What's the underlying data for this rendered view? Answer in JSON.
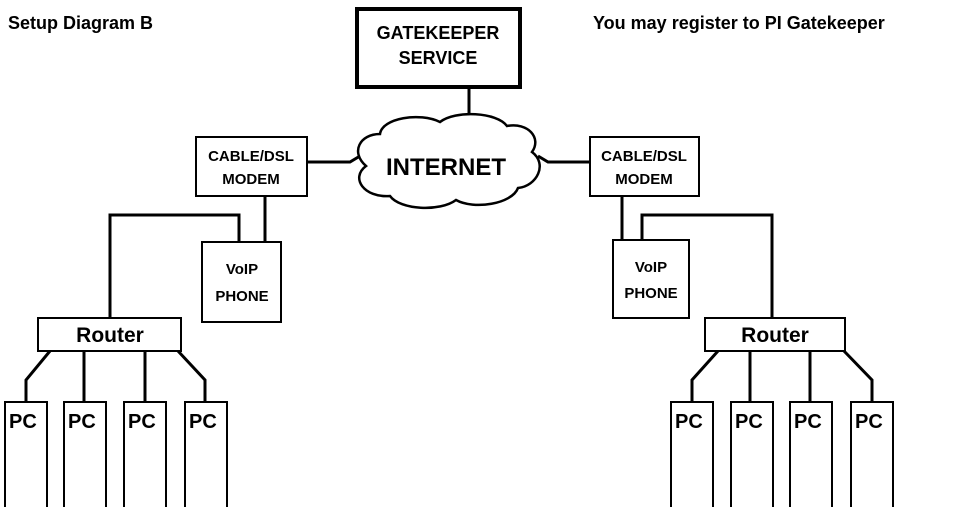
{
  "header": {
    "title": "Setup Diagram B",
    "note": "You may register to PI Gatekeeper"
  },
  "gatekeeper": {
    "line1": "GATEKEEPER",
    "line2": "SERVICE"
  },
  "internet": {
    "label": "INTERNET"
  },
  "left_site": {
    "modem": {
      "line1": "CABLE/DSL",
      "line2": "MODEM"
    },
    "phone": {
      "line1": "VoIP",
      "line2": "PHONE"
    },
    "router": {
      "label": "Router"
    },
    "pcs": [
      "PC",
      "PC",
      "PC",
      "PC"
    ]
  },
  "right_site": {
    "modem": {
      "line1": "CABLE/DSL",
      "line2": "MODEM"
    },
    "phone": {
      "line1": "VoIP",
      "line2": "PHONE"
    },
    "router": {
      "label": "Router"
    },
    "pcs": [
      "PC",
      "PC",
      "PC",
      "PC"
    ]
  }
}
